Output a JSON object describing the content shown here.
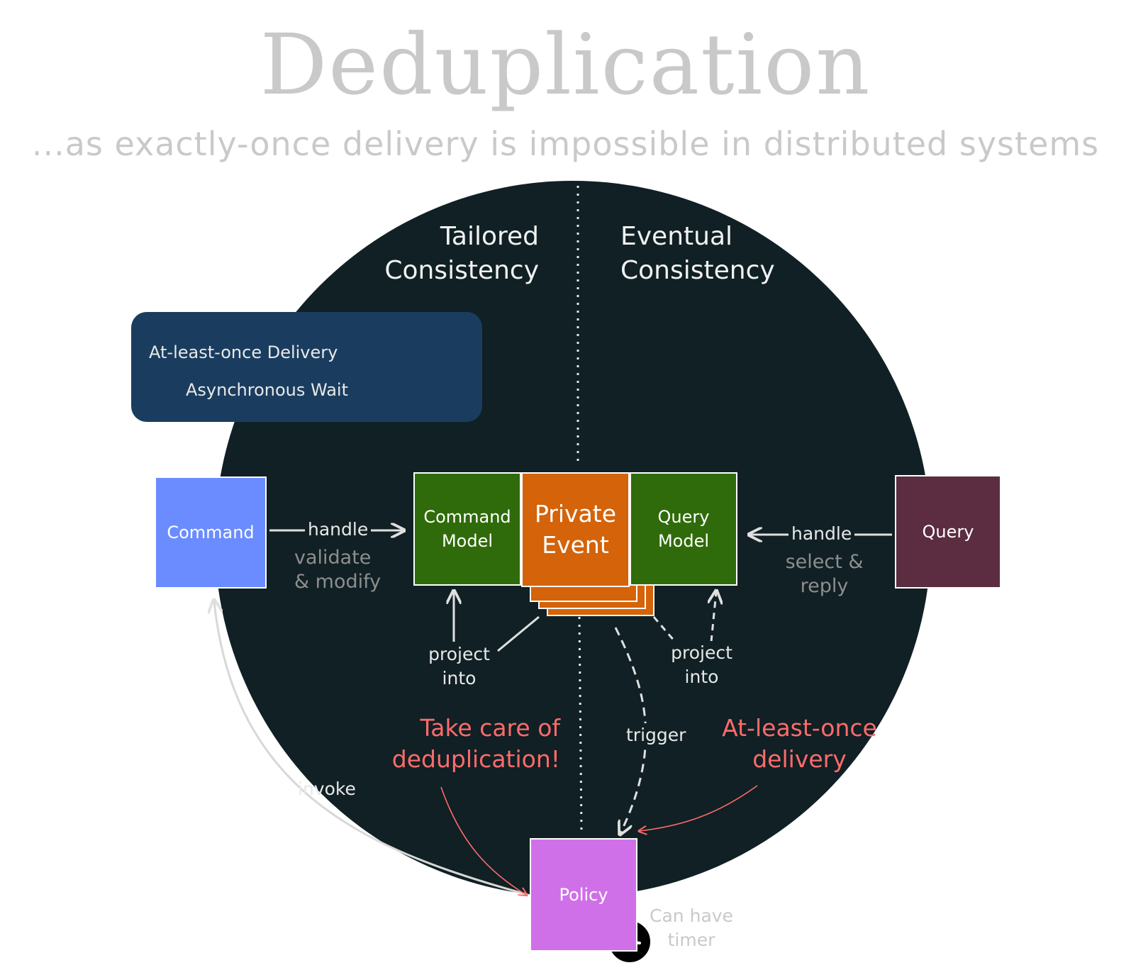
{
  "title": "Deduplication",
  "subtitle": "...as exactly-once delivery is impossible in distributed systems",
  "sections": {
    "left": "Tailored Consistency",
    "right": "Eventual Consistency"
  },
  "legend": {
    "at_least_once": "At-least-once Delivery",
    "async_wait": "Asynchronous Wait"
  },
  "boxes": {
    "command": "Command",
    "command_model": "Command Model",
    "private_event": "Private Event",
    "query_model": "Query Model",
    "query": "Query",
    "policy": "Policy"
  },
  "labels": {
    "handle_left": "handle",
    "validate_modify": "validate & modify",
    "handle_right": "handle",
    "select_reply": "select & reply",
    "project_into_left": "project into",
    "project_into_right": "project into",
    "trigger": "trigger",
    "invoke": "invoke",
    "can_have_timer": "Can have timer"
  },
  "callouts": {
    "dedup": "Take care of deduplication!",
    "at_least_once": "At-least-once delivery"
  },
  "colors": {
    "circle": "#102024",
    "legend_bg": "#1a3d5f",
    "command": "#6b8cff",
    "model": "#2f6b0a",
    "event": "#d4630a",
    "query": "#5c2c40",
    "policy": "#d070e8",
    "callout": "#ff6b6b"
  },
  "icons": [
    "clock-icon",
    "arrow-icon",
    "dashed-arrow-icon"
  ]
}
